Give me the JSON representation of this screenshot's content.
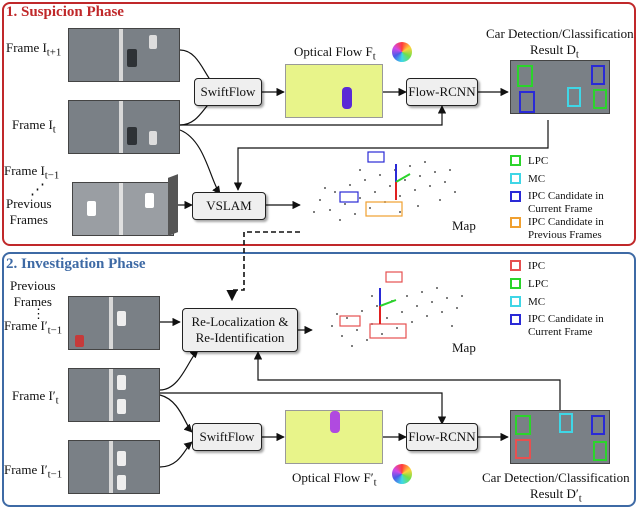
{
  "phase1": {
    "title": "1. Suspicion Phase",
    "frame_next_label": "Frame I",
    "frame_next_sub": "t+1",
    "frame_cur_label": "Frame I",
    "frame_cur_sub": "t",
    "frame_prev_label": "Frame I",
    "frame_prev_sub": "t−1",
    "dots": "⋰",
    "previous_frames_label": "Previous\nFrames",
    "swiftflow": "SwiftFlow",
    "flow_rcnn": "Flow-RCNN",
    "vslam": "VSLAM",
    "optical_flow_label": "Optical Flow F",
    "optical_flow_sub": "t",
    "detection_label": "Car Detection/Classification",
    "result_label": "Result D",
    "result_sub": "t",
    "map_label": "Map",
    "legend": [
      {
        "label": "LPC",
        "color": "#2bd42b"
      },
      {
        "label": "MC",
        "color": "#3fd6e6"
      },
      {
        "label": "IPC Candidate in\nCurrent Frame",
        "color": "#2a2ad6"
      },
      {
        "label": "IPC Candidate in\nPrevious Frames",
        "color": "#f0a030"
      }
    ]
  },
  "phase2": {
    "title": "2. Investigation Phase",
    "previous_frames_label": "Previous\nFrames",
    "dots": "⋮",
    "frame_prev_label": "Frame I′",
    "frame_prev_sub": "t−1",
    "frame_cur_label": "Frame I′",
    "frame_cur_sub": "t",
    "frame_prev2_label": "Frame I′",
    "frame_prev2_sub": "t−1",
    "reloc": "Re-Localization &\nRe-Identification",
    "swiftflow": "SwiftFlow",
    "flow_rcnn": "Flow-RCNN",
    "optical_flow_label": "Optical Flow F′",
    "optical_flow_sub": "t",
    "detection_label": "Car Detection/Classification",
    "result_label": "Result D′",
    "result_sub": "t",
    "map_label": "Map",
    "legend": [
      {
        "label": "IPC",
        "color": "#e65050"
      },
      {
        "label": "LPC",
        "color": "#2bd42b"
      },
      {
        "label": "MC",
        "color": "#3fd6e6"
      },
      {
        "label": "IPC Candidate in\nCurrent Frame",
        "color": "#2a2ad6"
      }
    ]
  }
}
